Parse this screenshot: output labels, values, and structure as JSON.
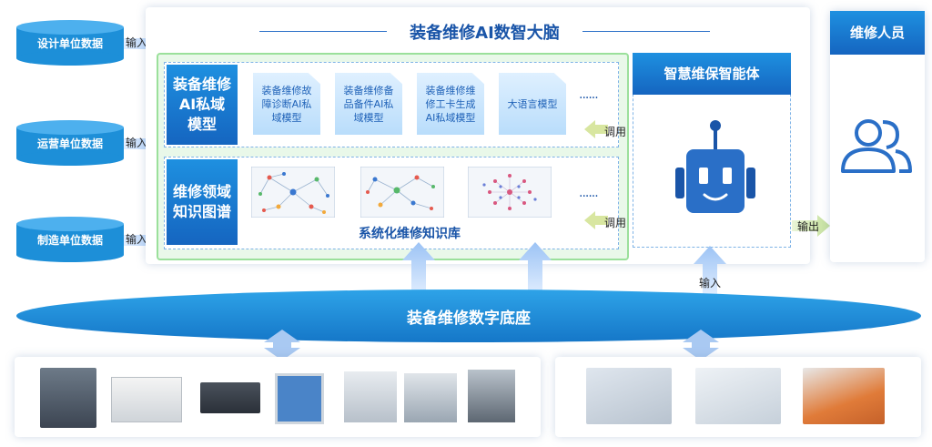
{
  "title": "装备维修AI数智大脑",
  "sources": [
    "设计单位数据",
    "运营单位数据",
    "制造单位数据"
  ],
  "input_label": "输入",
  "output_label": "输出",
  "call_label": "调用",
  "row1": {
    "box_title": "装备维修AI私域模型",
    "docs": [
      "装备维修故障诊断AI私域模型",
      "装备维修备品备件AI私域模型",
      "装备维修维修工卡生成AI私域模型",
      "大语言模型"
    ],
    "ellipsis": "······"
  },
  "row2": {
    "box_title": "维修领域知识图谱",
    "caption": "系统化维修知识库",
    "ellipsis": "······"
  },
  "agent": {
    "title": "智慧维保智能体"
  },
  "personnel": {
    "title": "维修人员"
  },
  "base": {
    "title": "装备维修数字底座"
  },
  "colors": {
    "primary": "#1565c0",
    "accent": "#1d8fd8",
    "green": "#8be08b"
  }
}
